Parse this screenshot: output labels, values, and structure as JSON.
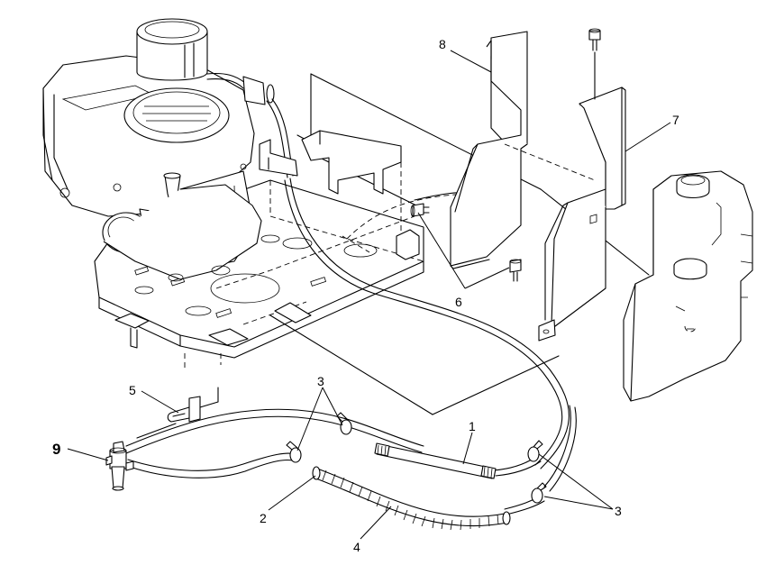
{
  "callouts": {
    "c1": "1",
    "c2": "2",
    "c3a": "3",
    "c3b": "3",
    "c4": "4",
    "c5": "5",
    "c6": "6",
    "c7": "7",
    "c8": "8",
    "c9": "9"
  }
}
